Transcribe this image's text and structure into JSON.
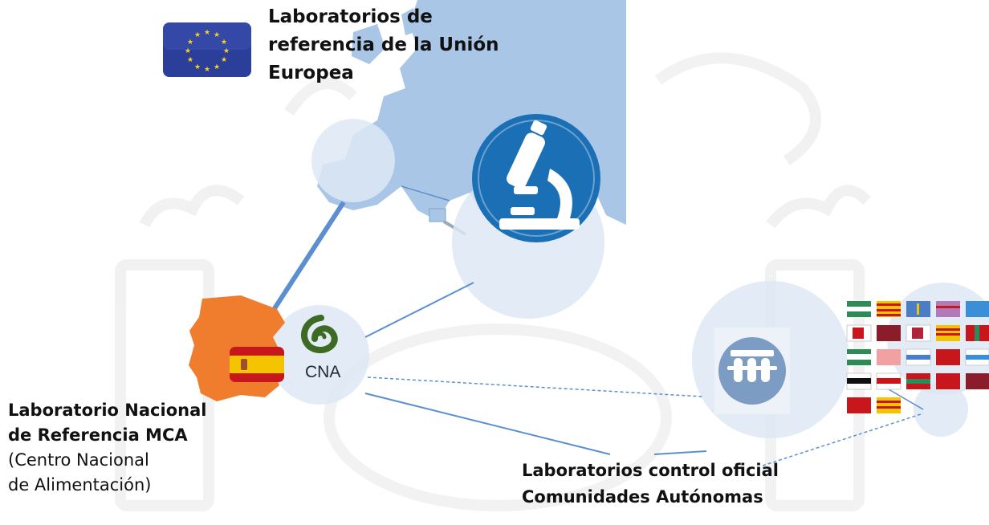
{
  "eu_reference": {
    "title_lines": [
      "Laboratorios de",
      "referencia de la Unión",
      "Europea"
    ]
  },
  "national_reference": {
    "title_lines": [
      "Laboratorio Nacional",
      "de Referencia MCA"
    ],
    "subtitle_lines": [
      "(Centro Nacional",
      "de Alimentación)"
    ]
  },
  "cna": {
    "label": "CNA"
  },
  "regional_labs": {
    "title_lines": [
      "Laboratorios control oficial",
      "Comunidades Autónomas"
    ]
  },
  "icons": [
    "eu-flag-icon",
    "microscope-icon",
    "spain-map-icon",
    "spain-flag-icon",
    "cna-logo-icon",
    "test-tubes-icon",
    "regional-flags-icon"
  ],
  "colors": {
    "europe_map": "#a9c6e6",
    "bubble": "#dde8f4",
    "connector": "#5b8fcf",
    "microscope_badge": "#1b6fb4",
    "tubes_badge": "#7c9cc4",
    "spain_map": "#ef7d2d",
    "eu_flag": "#2a3e9a",
    "cna_logo": "#3d6b23"
  }
}
